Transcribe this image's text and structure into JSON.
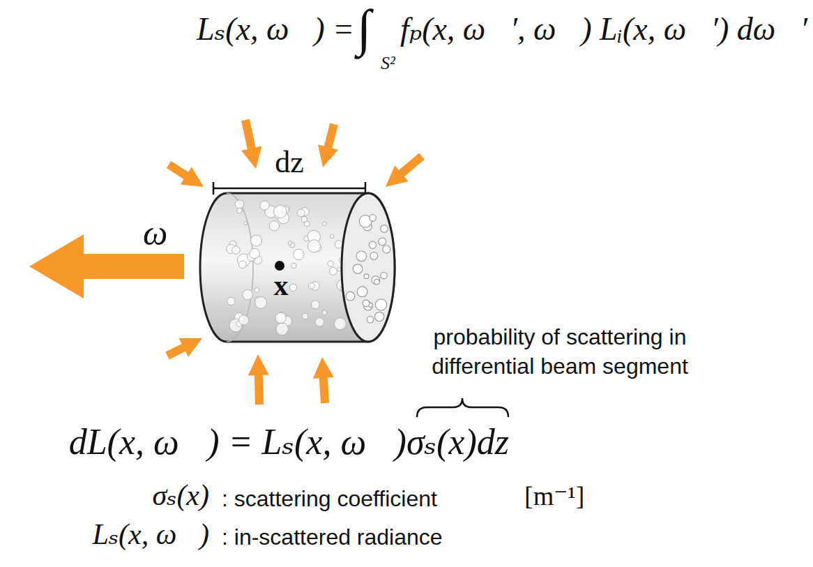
{
  "diagram": {
    "nodes": [
      {
        "text": [
          "x"
        ]
      }
    ],
    "labels": [
      "Lₛ(x, ω⃗) =",
      "∫",
      "S²",
      "fₚ(x, ω⃗′, ω⃗) Lᵢ(x, ω⃗′) dω⃗′",
      "dz",
      "ω⃗",
      "probability of scattering in differential beam segment",
      "dL(x, ω⃗) = Lₛ(x, ω⃗)σₛ(x)dz",
      "σₛ(x)",
      ": scattering coefficient",
      "[m⁻¹]",
      "Lₛ(x, ω⃗)",
      ": in-scattered radiance"
    ]
  }
}
